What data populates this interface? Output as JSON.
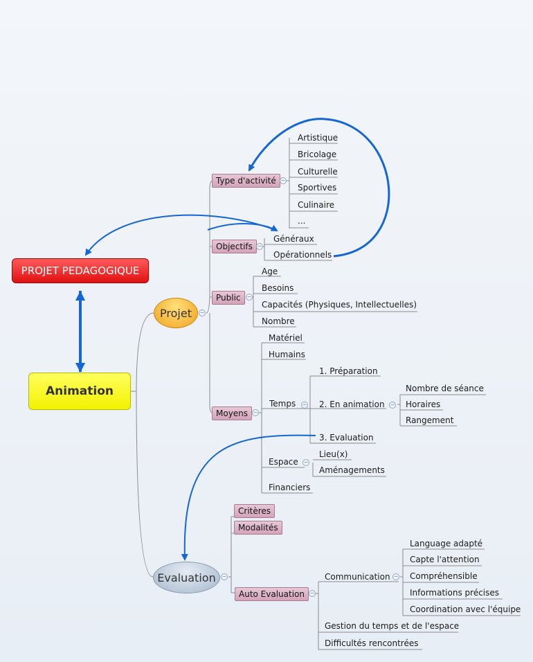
{
  "roots": {
    "projet_pedagogique": "PROJET PEDAGOGIQUE",
    "animation": "Animation"
  },
  "projet": {
    "label": "Projet",
    "type_activite": {
      "label": "Type d'activité",
      "items": [
        "Artistique",
        "Bricolage",
        "Culturelle",
        "Sportives",
        "Culinaire",
        "..."
      ]
    },
    "objectifs": {
      "label": "Objectifs",
      "items": [
        "Généraux",
        "Opérationnels"
      ]
    },
    "public": {
      "label": "Public",
      "items": [
        "Age",
        "Besoins",
        "Capacités (Physiques, Intellectuelles)",
        "Nombre"
      ]
    },
    "moyens": {
      "label": "Moyens",
      "materiel": "Matériel",
      "humains": "Humains",
      "temps": {
        "label": "Temps",
        "preparation": "1. Préparation",
        "en_animation": {
          "label": "2. En animation",
          "items": [
            "Nombre de séance",
            "Horaires",
            "Rangement"
          ]
        },
        "evaluation": "3. Evaluation"
      },
      "espace": {
        "label": "Espace",
        "items": [
          "Lieu(x)",
          "Aménagements"
        ]
      },
      "financiers": "Financiers"
    }
  },
  "evaluation": {
    "label": "Evaluation",
    "criteres": "Critères",
    "modalites": "Modalités",
    "auto_evaluation": {
      "label": "Auto Evaluation",
      "communication": {
        "label": "Communication",
        "items": [
          "Language adapté",
          "Capte l'attention",
          "Compréhensible",
          "Informations précises",
          "Coordination avec l'équipe"
        ]
      },
      "gestion": "Gestion du temps et de l'espace",
      "difficultes": "Difficultés rencontrées"
    }
  },
  "colors": {
    "link": "#777777",
    "relation_arrow": "#1466d6",
    "collapse": "#8fa8c2"
  }
}
